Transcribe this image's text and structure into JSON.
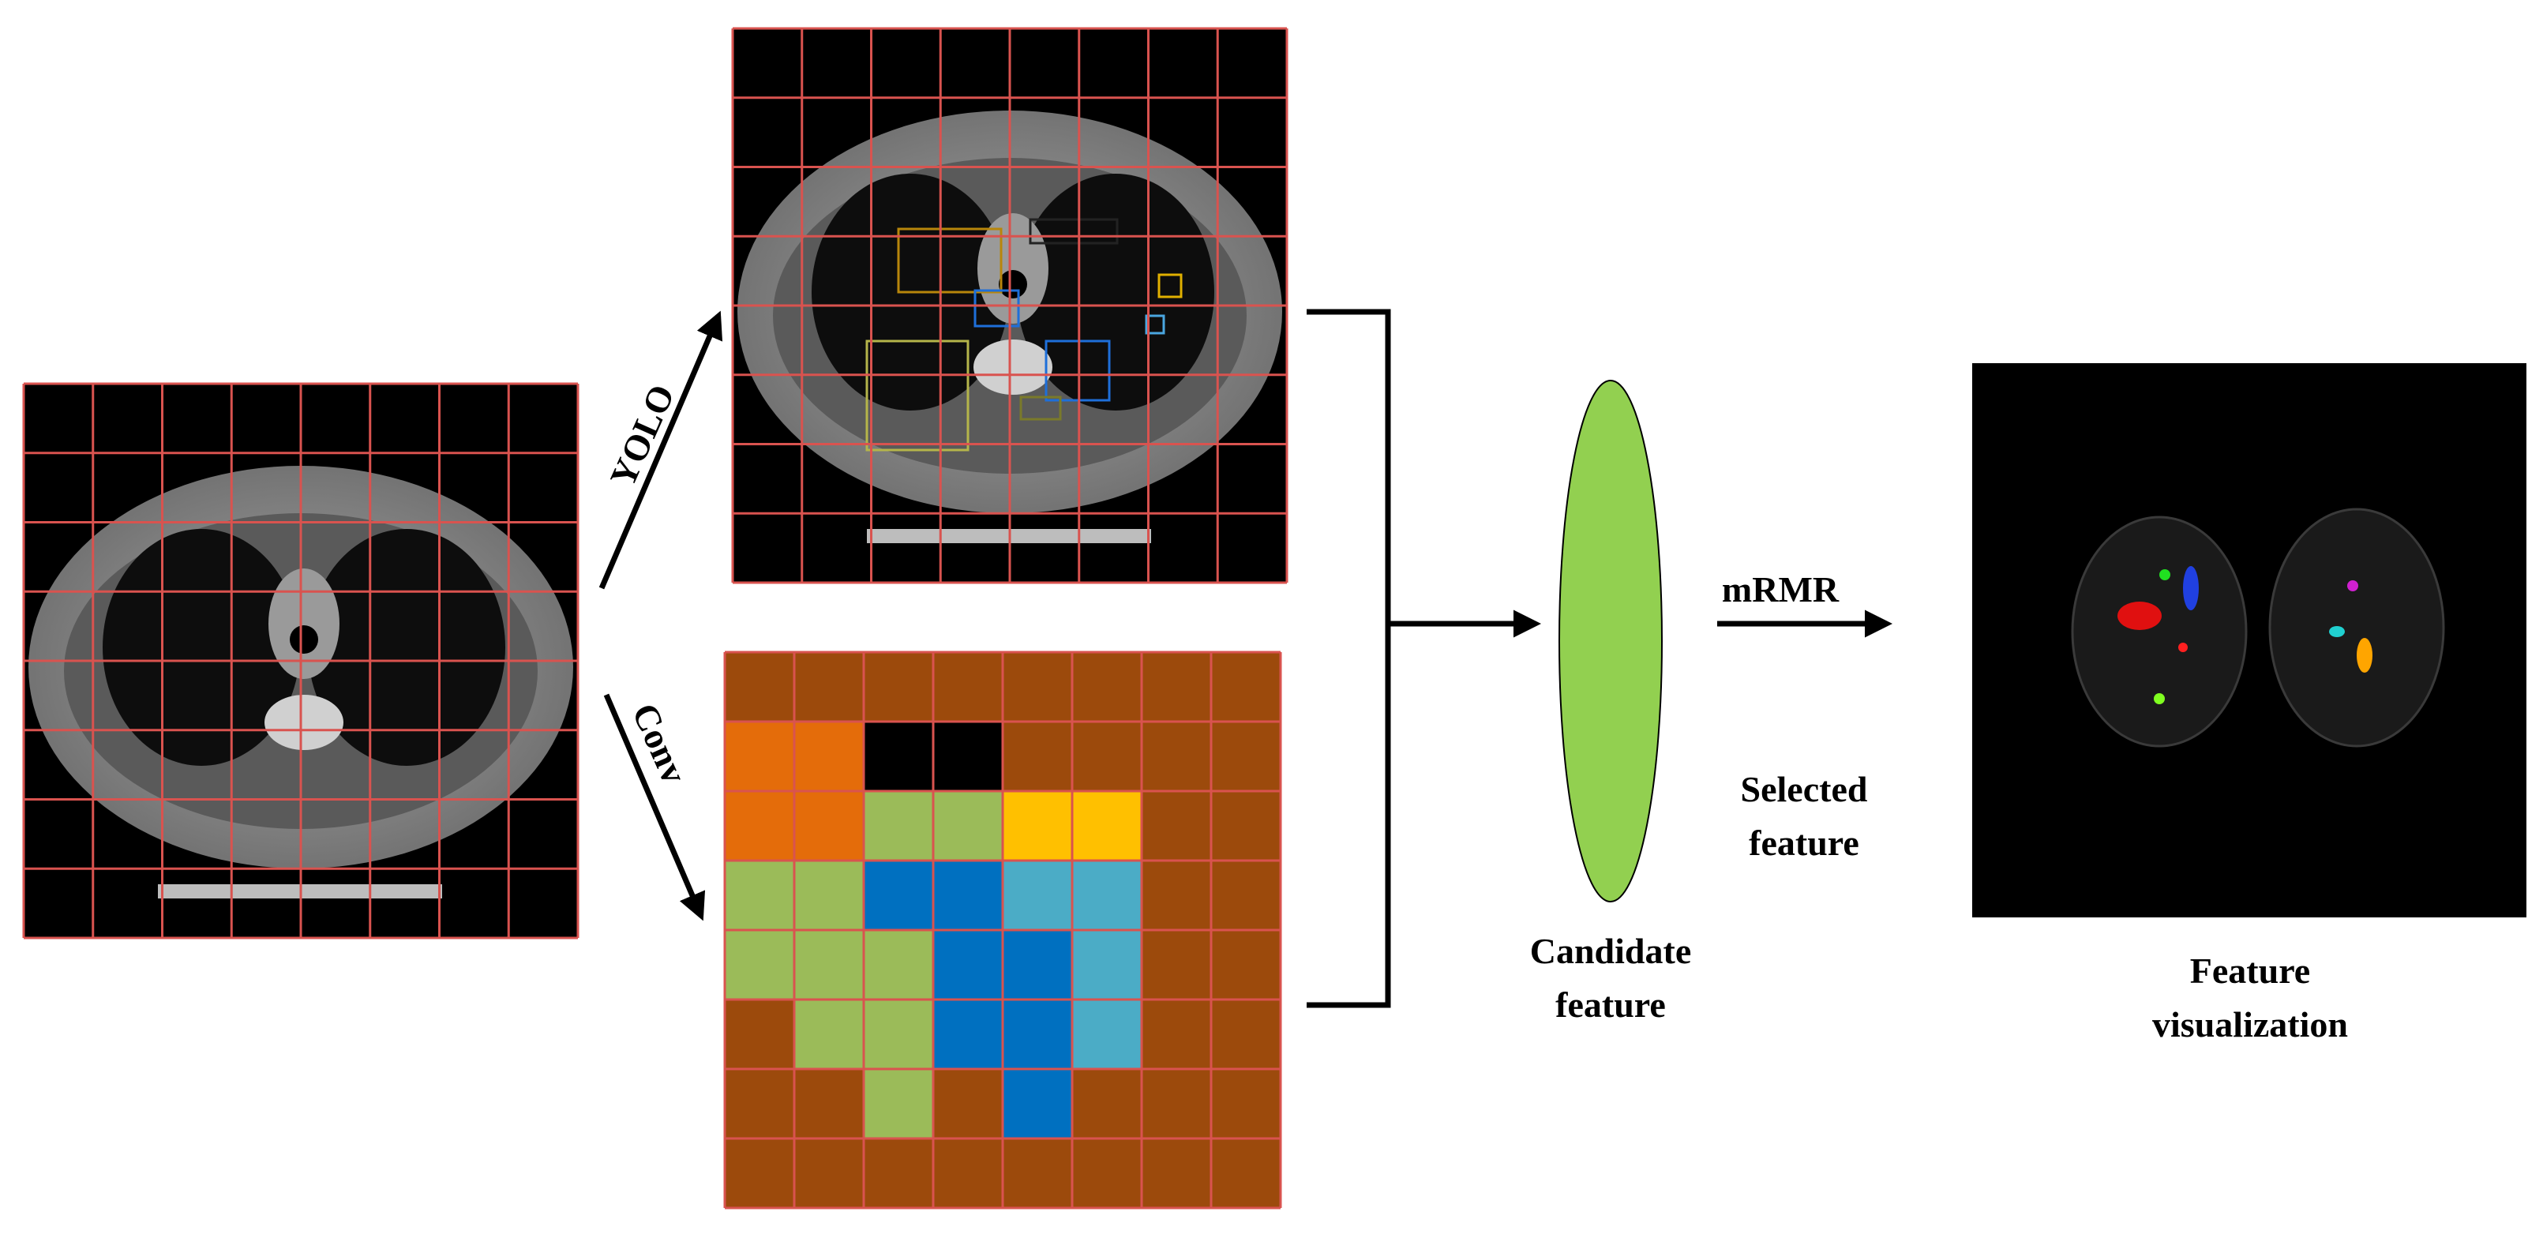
{
  "labels": {
    "yolo": "YOLO",
    "conv": "Conv",
    "mrmr": "mRMR",
    "selected_feature_line1": "Selected",
    "selected_feature_line2": "feature",
    "candidate_feature_line1": "Candidate",
    "candidate_feature_line2": "feature",
    "feature_visualization_line1": "Feature",
    "feature_visualization_line2": "visualization"
  },
  "colors": {
    "grid_line": "#d9534f",
    "arrow": "#000000",
    "ellipse_fill": "#92d050",
    "ct_body": "#8c8c8c",
    "ct_background": "#000000",
    "conv_brown": "#9c4a0c",
    "conv_orange": "#e46c0a",
    "conv_black": "#000000",
    "conv_green": "#9bbb59",
    "conv_yellow": "#ffc000",
    "conv_blue": "#0070c0",
    "conv_teal": "#4bacc6"
  },
  "conv_grid": [
    [
      "brown",
      "brown",
      "brown",
      "brown",
      "brown",
      "brown",
      "brown",
      "brown"
    ],
    [
      "orange",
      "orange",
      "black",
      "black",
      "brown",
      "brown",
      "brown",
      "brown"
    ],
    [
      "orange",
      "orange",
      "green",
      "green",
      "yellow",
      "yellow",
      "brown",
      "brown"
    ],
    [
      "green",
      "green",
      "blue",
      "blue",
      "teal",
      "teal",
      "brown",
      "brown"
    ],
    [
      "green",
      "green",
      "green",
      "blue",
      "blue",
      "teal",
      "brown",
      "brown"
    ],
    [
      "brown",
      "green",
      "green",
      "blue",
      "blue",
      "teal",
      "brown",
      "brown"
    ],
    [
      "brown",
      "brown",
      "green",
      "brown",
      "blue",
      "brown",
      "brown",
      "brown"
    ],
    [
      "brown",
      "brown",
      "brown",
      "brown",
      "brown",
      "brown",
      "brown",
      "brown"
    ]
  ],
  "yolo_boxes": [
    {
      "color": "#b8860b"
    },
    {
      "color": "#222222"
    },
    {
      "color": "#1e6fd9"
    },
    {
      "color": "#b5b54a"
    },
    {
      "color": "#1e6fd9"
    },
    {
      "color": "#e0b000"
    },
    {
      "color": "#4aa6e0"
    },
    {
      "color": "#7a7a2a"
    }
  ],
  "feature_spots": [
    {
      "color": "#e01010"
    },
    {
      "color": "#2040e0"
    },
    {
      "color": "#20e020"
    },
    {
      "color": "#d020d0"
    },
    {
      "color": "#20d0d0"
    },
    {
      "color": "#ffa500"
    },
    {
      "color": "#80ff20"
    },
    {
      "color": "#ff2020"
    }
  ]
}
